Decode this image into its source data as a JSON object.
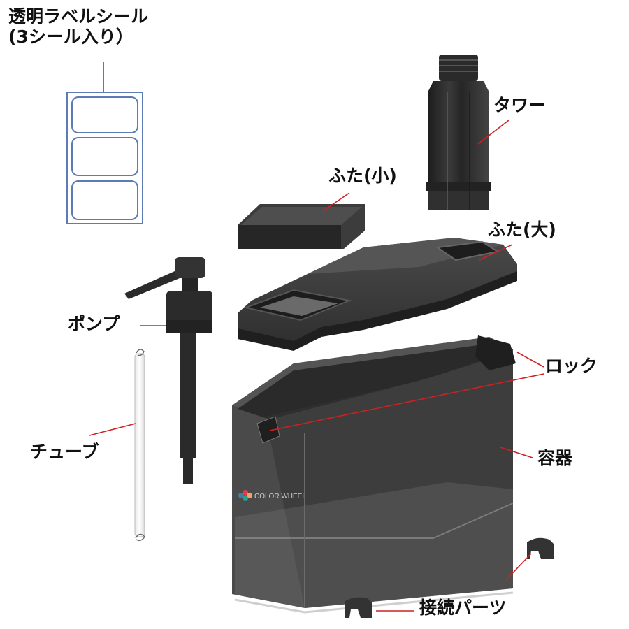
{
  "labels": {
    "sticker_line1": "透明ラベルシール",
    "sticker_line2": "(3シール入り）",
    "tower": "タワー",
    "lid_small": "ふた(小)",
    "lid_large": "ふた(大)",
    "pump": "ポンプ",
    "lock": "ロック",
    "tube": "チューブ",
    "container": "容器",
    "parts": "接続パーツ"
  },
  "brand": {
    "text": "COLOR WHEEL"
  },
  "colors": {
    "leader": "#cc2222",
    "part_dark": "#2b2b2b",
    "container": "#3a3a3a",
    "sticker_border": "#5d7bb5"
  }
}
